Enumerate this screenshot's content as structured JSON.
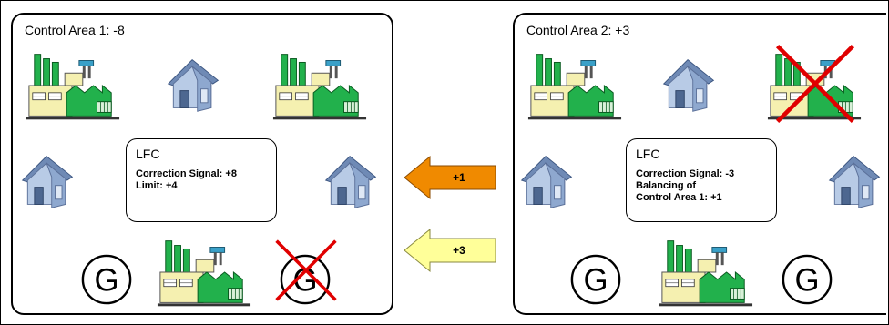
{
  "area1": {
    "title": "Control Area 1: -8",
    "lfc": {
      "title": "LFC",
      "lines": [
        "Correction Signal: +8",
        "Limit: +4"
      ]
    }
  },
  "area2": {
    "title": "Control Area 2: +3",
    "lfc": {
      "title": "LFC",
      "lines": [
        "Correction Signal: -3",
        "Balancing of",
        "Control Area 1: +1"
      ]
    }
  },
  "arrows": [
    {
      "label": "+1",
      "color": "#f08a00"
    },
    {
      "label": "+3",
      "color": "#ffff99"
    }
  ],
  "generator_label": "G",
  "colors": {
    "factory_green": "#22b14c",
    "factory_cream": "#f5f0b0",
    "house_blue": "#9fb7d8",
    "cross_red": "#e00000"
  }
}
